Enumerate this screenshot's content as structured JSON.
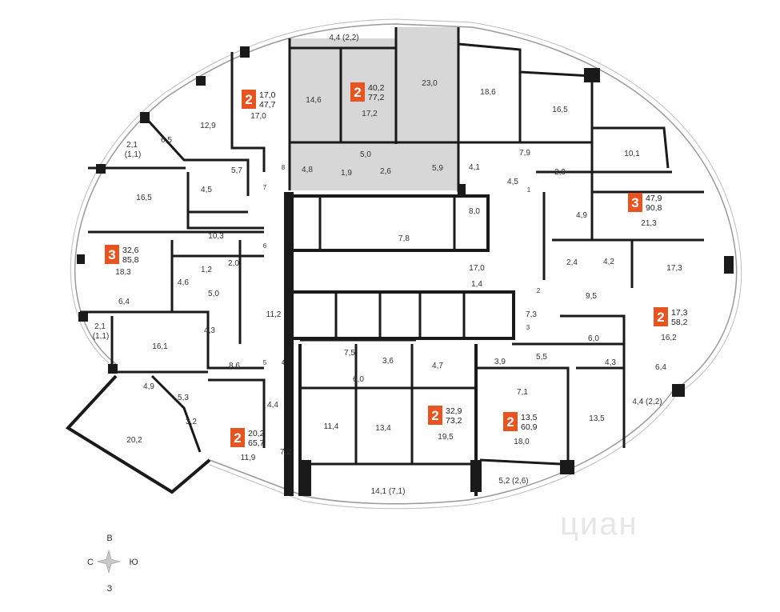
{
  "colors": {
    "accent": "#e8541f",
    "wall": "#1a1a1a",
    "highlight_fill": "#d7d7d7",
    "glass": "#9a9a9a"
  },
  "compass": {
    "north": "В",
    "west": "С",
    "east": "Ю",
    "south": "З",
    "icon": "compass-star-icon"
  },
  "watermark": "циан",
  "apartments": [
    {
      "rooms": "2",
      "living": "17,0",
      "total": "47,7"
    },
    {
      "rooms": "2",
      "living": "40,2",
      "total": "77,2"
    },
    {
      "rooms": "3",
      "living": "47,9",
      "total": "90,8"
    },
    {
      "rooms": "3",
      "living": "32,6",
      "total": "85,8"
    },
    {
      "rooms": "2",
      "living": "17,3",
      "total": "58,2"
    },
    {
      "rooms": "2",
      "living": "32,9",
      "total": "73,2"
    },
    {
      "rooms": "2",
      "living": "13,5",
      "total": "60,9"
    },
    {
      "rooms": "2",
      "living": "20,2",
      "total": "65,7"
    }
  ],
  "room_labels": [
    "4,4 (2,2)",
    "14,6",
    "17,2",
    "23,0",
    "18,6",
    "16,5",
    "12,9",
    "17,0",
    "6,5",
    "2,1",
    "(1,1)",
    "5,7",
    "4,5",
    "16,5",
    "4,8",
    "1,9",
    "5,0",
    "2,6",
    "5,9",
    "4,1",
    "7,9",
    "4,5",
    "2,9",
    "10,1",
    "4,9",
    "21,3",
    "8,0",
    "7,8",
    "10,3",
    "18,3",
    "1,2",
    "2,0",
    "4,6",
    "5,0",
    "17,0",
    "1,4",
    "2,4",
    "4,2",
    "17,3",
    "9,5",
    "6,4",
    "2,1",
    "(1,1)",
    "11,2",
    "4,3",
    "16,1",
    "7,3",
    "6,0",
    "16,2",
    "7,5",
    "3,6",
    "4,7",
    "3,9",
    "5,5",
    "4,3",
    "8,6",
    "6,0",
    "6,4",
    "4,9",
    "5,3",
    "4,4",
    "7,1",
    "4,4 (2,2)",
    "3,2",
    "11,4",
    "13,4",
    "19,5",
    "18,0",
    "13,5",
    "20,2",
    "11,9",
    "7,2",
    "14,1 (7,1)",
    "5,2 (2,6)"
  ],
  "door_numbers": [
    "8",
    "7",
    "6",
    "5",
    "4",
    "1",
    "2",
    "3"
  ]
}
